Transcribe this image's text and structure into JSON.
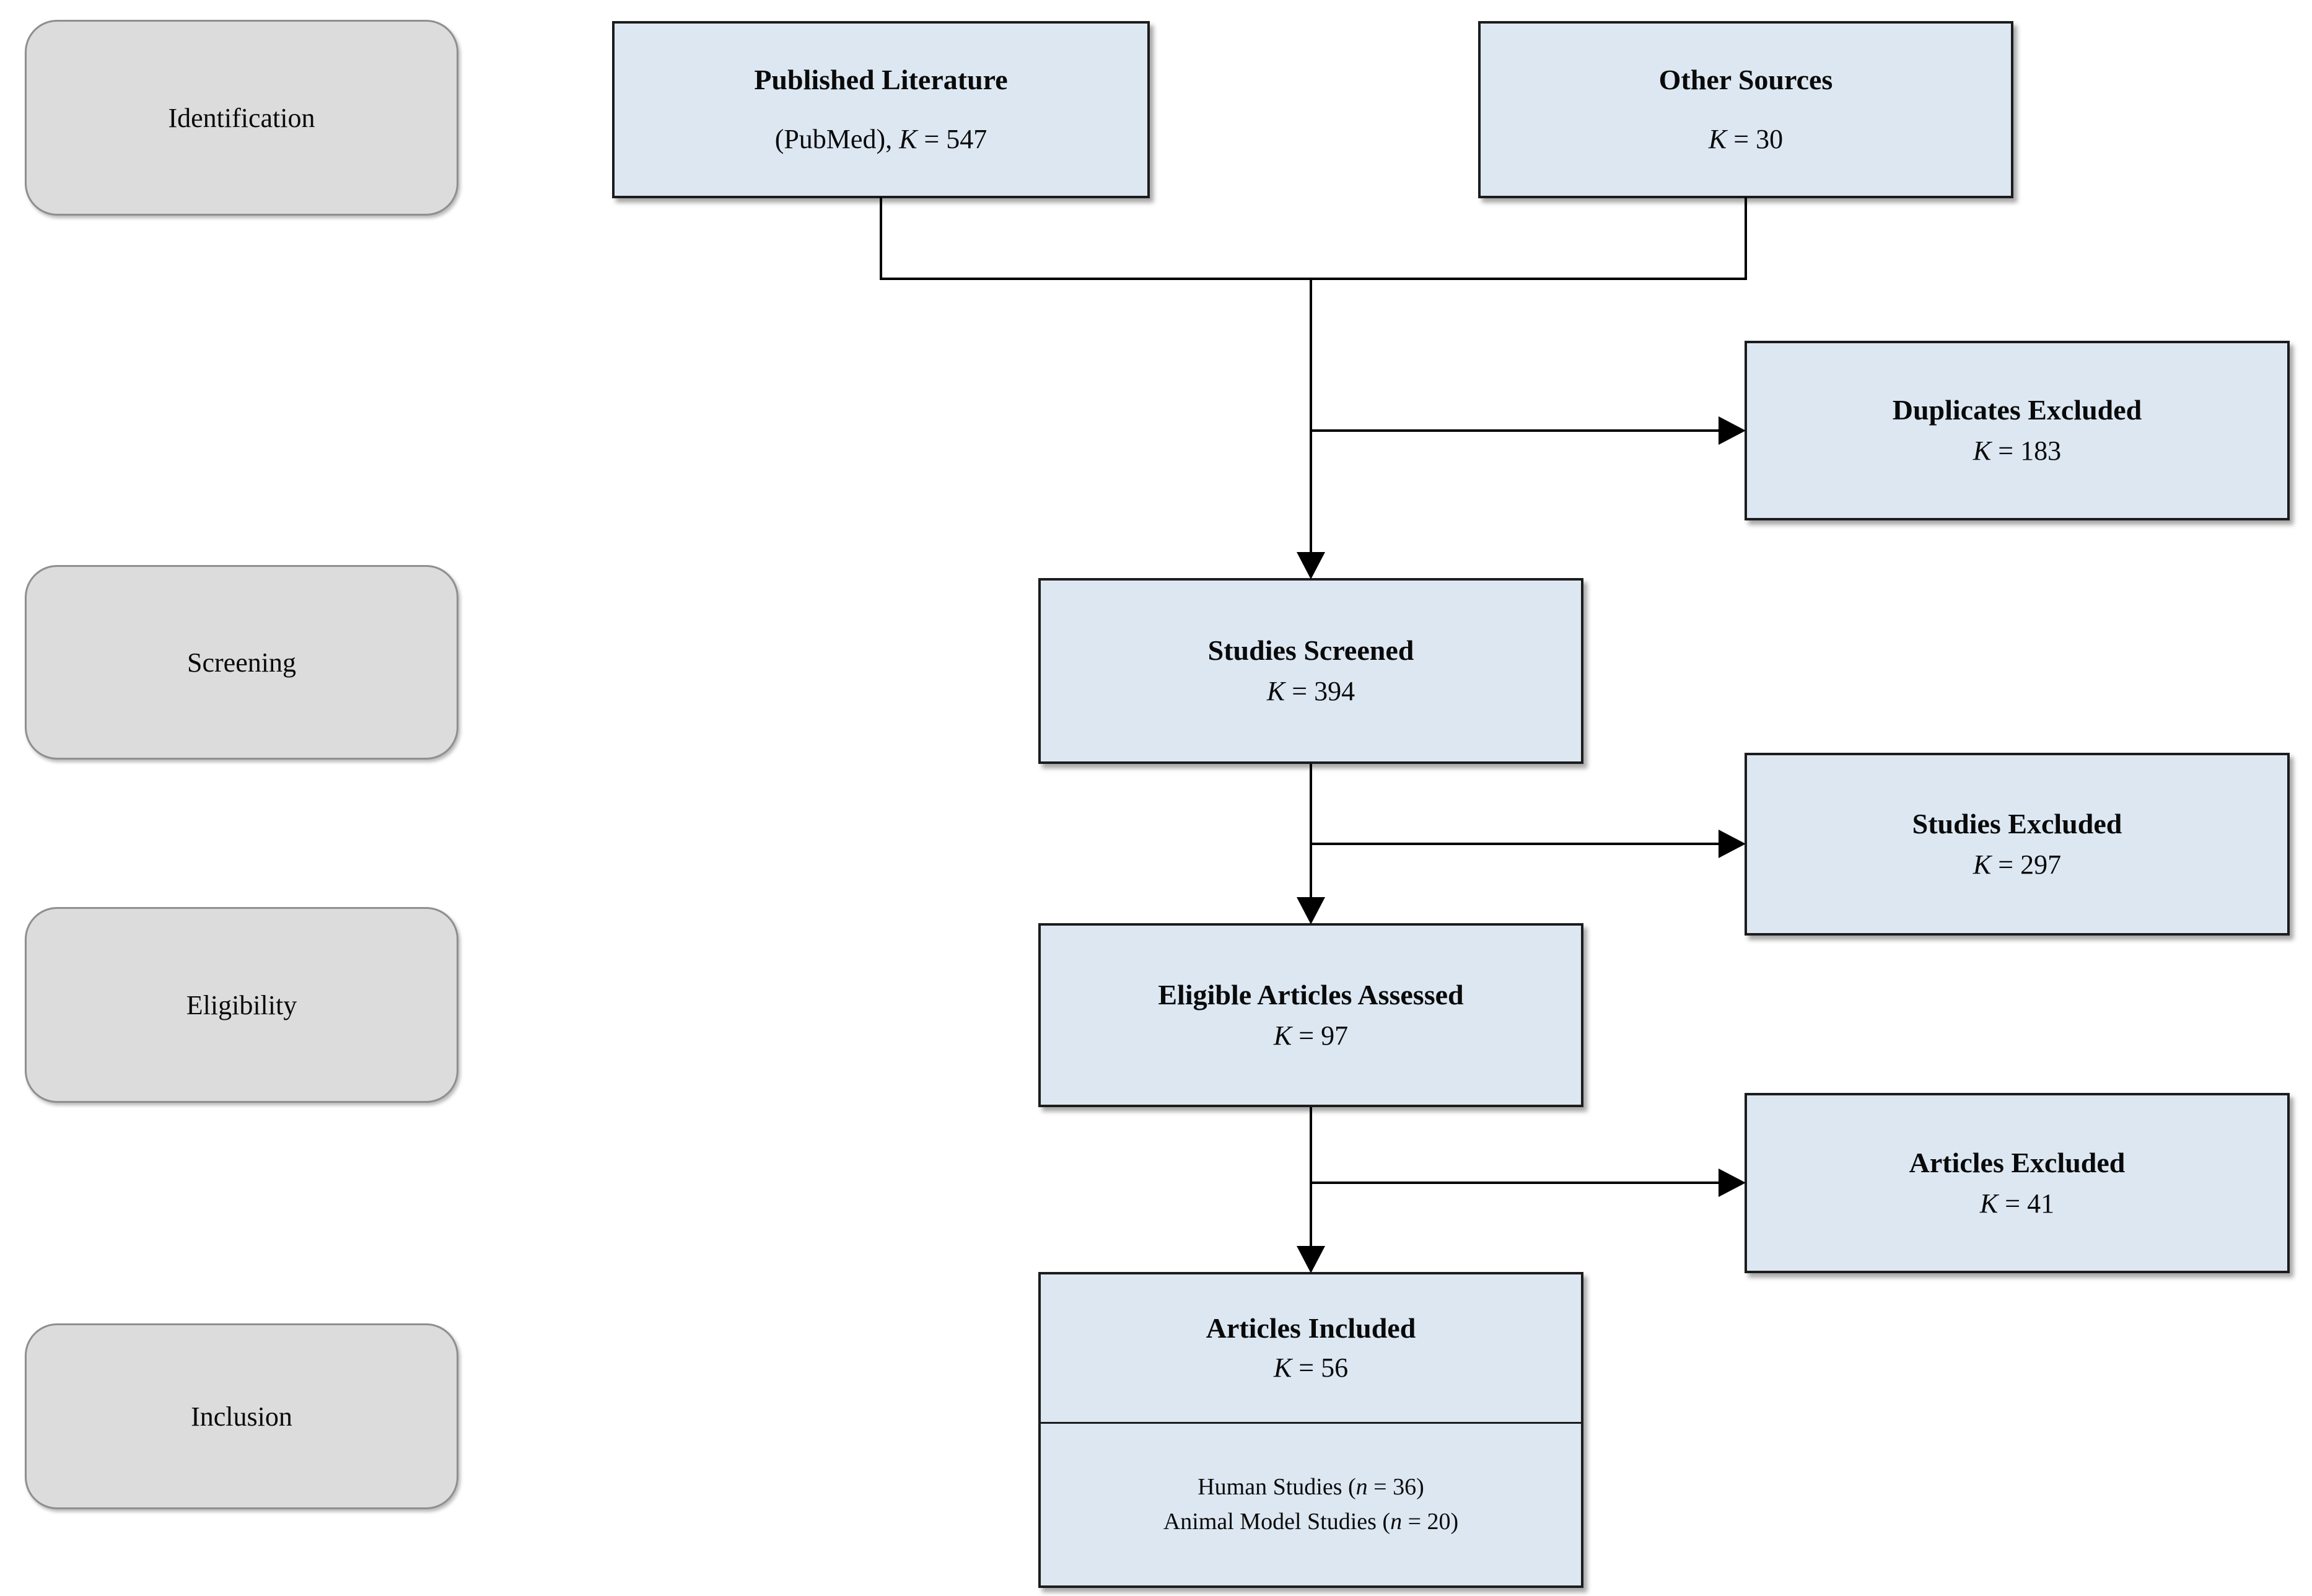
{
  "colors": {
    "page_bg": "#ffffff",
    "node_fill": "#dce7f2",
    "node_border": "#1c1c1c",
    "stage_fill": "#dcdcdc",
    "stage_border": "#8f8f8f",
    "connector": "#000000",
    "text": "#0a0a0a"
  },
  "stages": [
    {
      "label": "Identification"
    },
    {
      "label": "Screening"
    },
    {
      "label": "Eligibility"
    },
    {
      "label": "Inclusion"
    }
  ],
  "boxes": {
    "published": {
      "title": "Published Literature",
      "prefix": "(PubMed), ",
      "k_symbol": "K",
      "k_value": " = 547"
    },
    "other": {
      "title": "Other Sources",
      "k_symbol": "K",
      "k_value": " = 30"
    },
    "duplicates": {
      "title": "Duplicates Excluded",
      "k_symbol": "K",
      "k_value": " = 183"
    },
    "screened": {
      "title": "Studies Screened",
      "k_symbol": "K",
      "k_value": " = 394"
    },
    "studies_excluded": {
      "title": "Studies Excluded",
      "k_symbol": "K",
      "k_value": " = 297"
    },
    "eligible": {
      "title": "Eligible Articles Assessed",
      "k_symbol": "K",
      "k_value": " = 97"
    },
    "articles_excluded": {
      "title": "Articles Excluded",
      "k_symbol": "K",
      "k_value": " = 41"
    },
    "included": {
      "title": "Articles Included",
      "k_symbol": "K",
      "k_value": " = 56",
      "sub_lines": [
        {
          "text": "Human Studies (",
          "n_symbol": "n",
          "n_value": " = 36)"
        },
        {
          "text": "Animal Model Studies (",
          "n_symbol": "n",
          "n_value": " = 20)"
        }
      ]
    }
  }
}
